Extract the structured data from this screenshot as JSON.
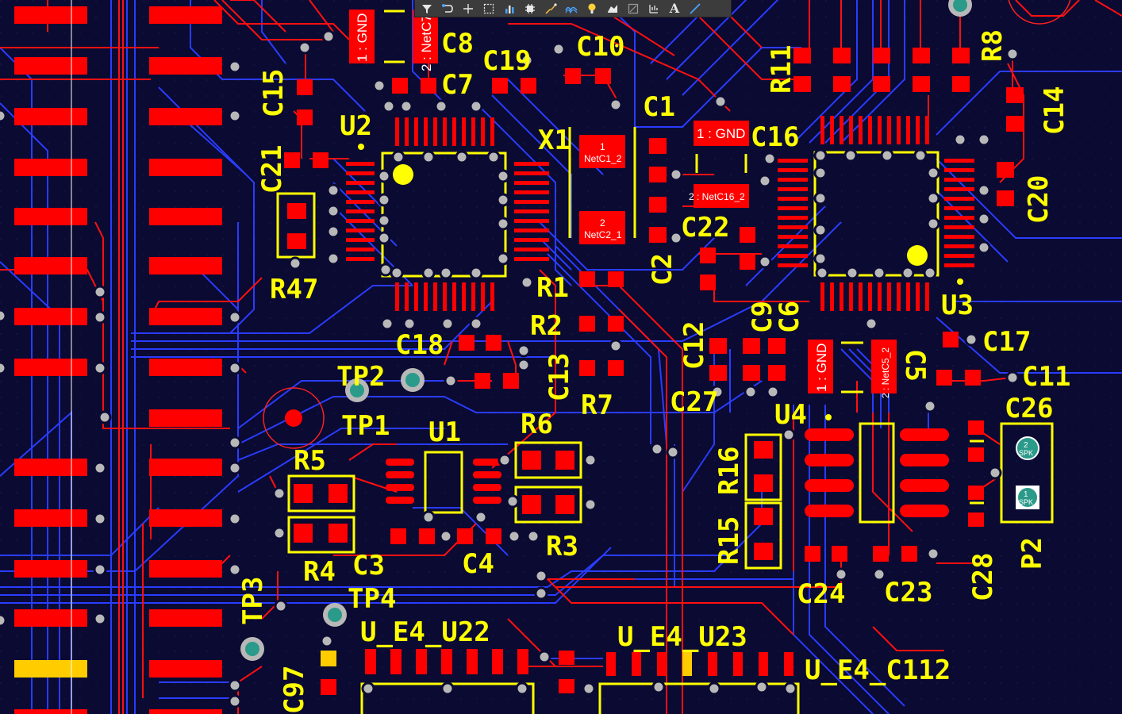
{
  "colors": {
    "board_background": "#0a0a32",
    "top_copper": "#ff0000",
    "bottom_copper": "#2a3cff",
    "silkscreen": "#ffff00",
    "via": "#b8b8b8",
    "testpoint": "#2a9a8a",
    "toolbar_background": "#3c3c3c"
  },
  "toolbar": {
    "tools": [
      "filter-icon",
      "route-icon",
      "crosshair-icon",
      "select-rect-icon",
      "chart-icon",
      "component-icon",
      "interactive-route-icon",
      "diff-pair-icon",
      "highlight-icon",
      "polygon-icon",
      "region-icon",
      "dimension-icon",
      "text-icon",
      "line-icon"
    ],
    "text_tool_label": "A"
  },
  "designators": {
    "C8": "C8",
    "C19": "C19",
    "C10": "C10",
    "C7": "C7",
    "C1": "C1",
    "C15": "C15",
    "U2": "U2",
    "X1": "X1",
    "C16": "C16",
    "C21": "C21",
    "C22": "C22",
    "C2": "C2",
    "R47": "R47",
    "R1": "R1",
    "R2": "R2",
    "C18": "C18",
    "C13": "C13",
    "R7": "R7",
    "TP2": "TP2",
    "TP1": "TP1",
    "U1": "U1",
    "R6": "R6",
    "R5": "R5",
    "R4": "R4",
    "C3": "C3",
    "C4": "C4",
    "R3": "R3",
    "TP4": "TP4",
    "TP3": "TP3",
    "C97": "C97",
    "U_E4_U22": "U_E4_U22",
    "U_E4_U23": "U_E4_U23",
    "U_E4_C112": "U_E4_C112",
    "R11": "R11",
    "R8": "R8",
    "C14": "C14",
    "C20": "C20",
    "U3": "U3",
    "C9": "C9",
    "C6": "C6",
    "C12": "C12",
    "C17": "C17",
    "C5": "C5",
    "C11": "C11",
    "C27": "C27",
    "U4": "U4",
    "C26": "C26",
    "R16": "R16",
    "R15": "R15",
    "C24": "C24",
    "C23": "C23",
    "C28": "C28",
    "P2": "P2"
  },
  "netlabels": {
    "gnd_top": "1 : GND",
    "netc7_top": "2 : NetC7",
    "netc1": [
      "1",
      "NetC1_2"
    ],
    "netc2": [
      "2",
      "NetC2_1"
    ],
    "gnd_c16": "1 : GND",
    "netc16": "2 : NetC16_2",
    "gnd_c5": "1 : GND",
    "netc5": "2 : NetC5_2",
    "spk_pad1": [
      "1",
      "SPK"
    ],
    "spk_pad2": [
      "2",
      "SPK"
    ]
  }
}
